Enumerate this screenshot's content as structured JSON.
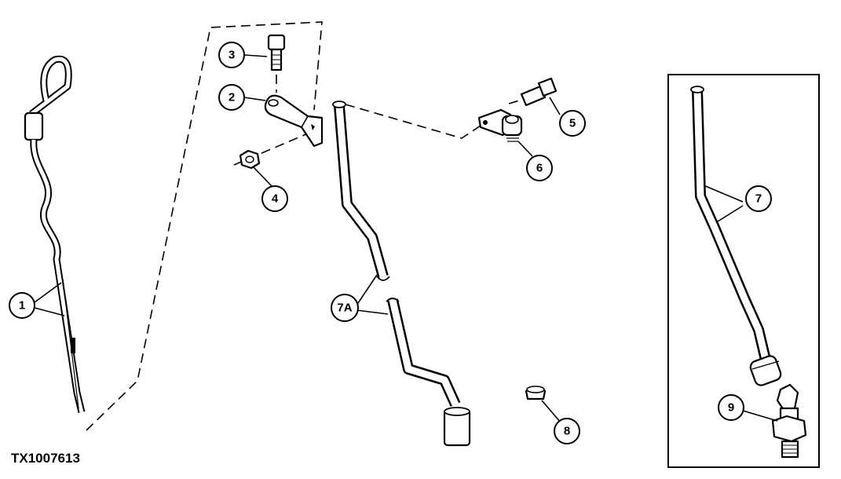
{
  "figure_code": "TX1007613",
  "callouts": {
    "c1": "1",
    "c2": "2",
    "c3": "3",
    "c4": "4",
    "c5": "5",
    "c6": "6",
    "c7": "7",
    "c7a": "7A",
    "c8": "8",
    "c9": "9"
  }
}
